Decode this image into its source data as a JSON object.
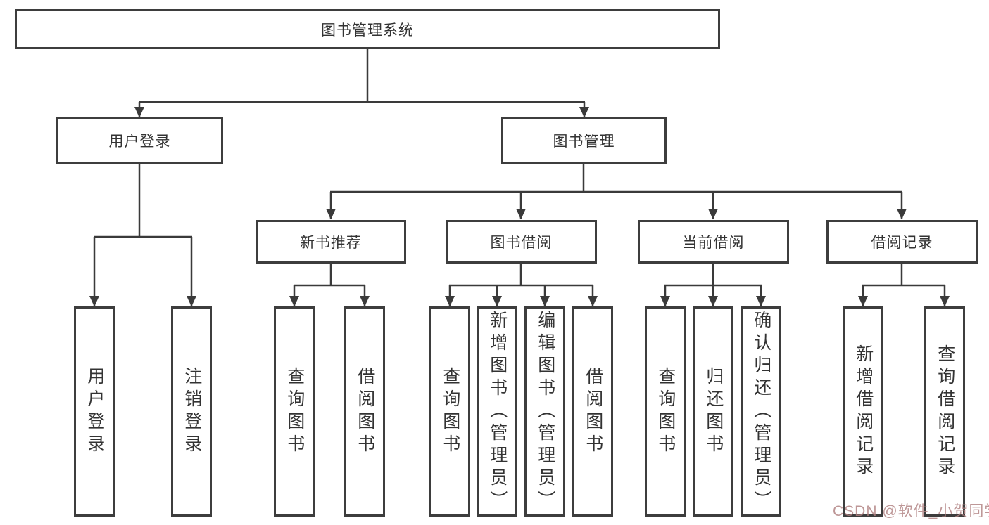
{
  "title": "图书管理系统",
  "watermark": "CSDN @软件_小贺同学",
  "colors": {
    "box_border": "#3d3d3d",
    "connector_line": "#3a3a3a",
    "text": "#333333",
    "watermark_text": "#b08080",
    "background": "#ffffff"
  },
  "tree": {
    "root_label": "图书管理系统",
    "login": {
      "label": "用户登录",
      "children": [
        "用户登录",
        "注销登录"
      ]
    },
    "manage": {
      "label": "图书管理",
      "sections": [
        {
          "label": "新书推荐",
          "children": [
            "查询图书",
            "借阅图书"
          ]
        },
        {
          "label": "图书借阅",
          "children": [
            "查询图书",
            "新增图书（管理员）",
            "编辑图书（管理员）",
            "借阅图书"
          ]
        },
        {
          "label": "当前借阅",
          "children": [
            "查询图书",
            "归还图书",
            "确认归还（管理员）"
          ]
        },
        {
          "label": "借阅记录",
          "children": [
            "新增借阅记录",
            "查询借阅记录"
          ]
        }
      ]
    }
  }
}
